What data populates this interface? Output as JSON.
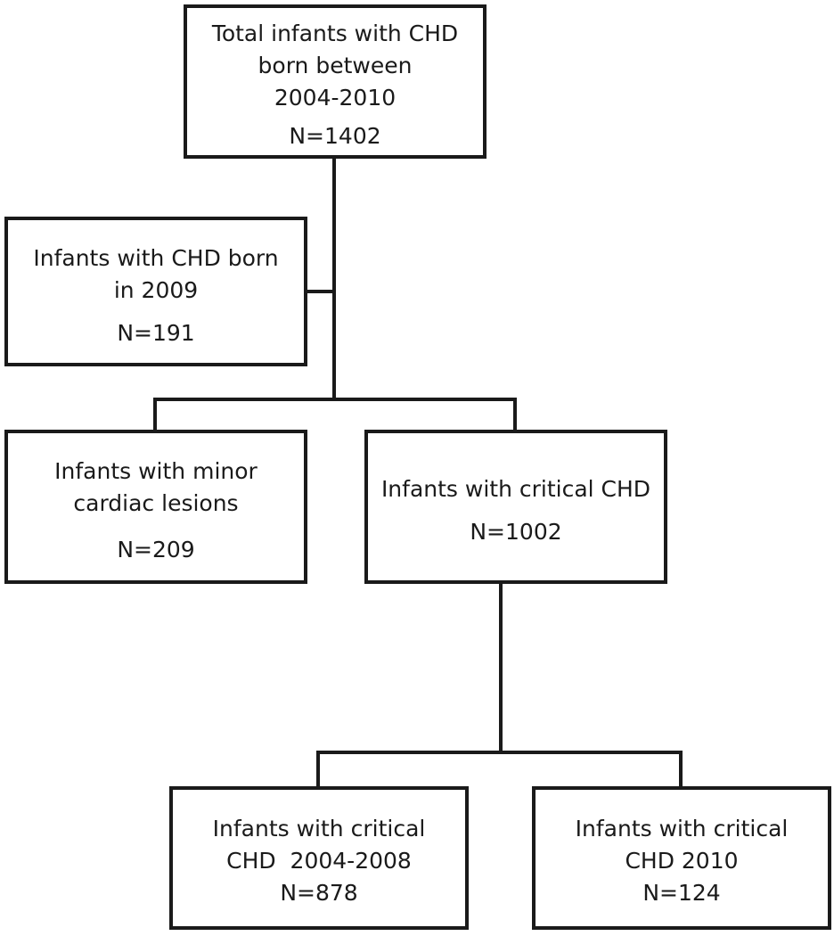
{
  "diagram": {
    "nodes": {
      "total": {
        "lines": [
          "Total infants with CHD",
          "born between",
          "2004-2010"
        ],
        "count": "N=1402"
      },
      "born_2009": {
        "lines": [
          "Infants with CHD born",
          "in 2009"
        ],
        "count": "N=191"
      },
      "minor": {
        "lines": [
          "Infants with minor",
          "cardiac lesions"
        ],
        "count": "N=209"
      },
      "critical": {
        "lines": [
          "Infants with critical CHD"
        ],
        "count": "N=1002"
      },
      "critical_2004_2008": {
        "lines": [
          "Infants with critical",
          "CHD  2004-2008"
        ],
        "count": "N=878"
      },
      "critical_2010": {
        "lines": [
          "Infants with critical",
          "CHD 2010"
        ],
        "count": "N=124"
      }
    },
    "edges": [
      {
        "from": "total",
        "to": "born_2009"
      },
      {
        "from": "total",
        "to": "minor"
      },
      {
        "from": "total",
        "to": "critical"
      },
      {
        "from": "critical",
        "to": "critical_2004_2008"
      },
      {
        "from": "critical",
        "to": "critical_2010"
      }
    ]
  }
}
